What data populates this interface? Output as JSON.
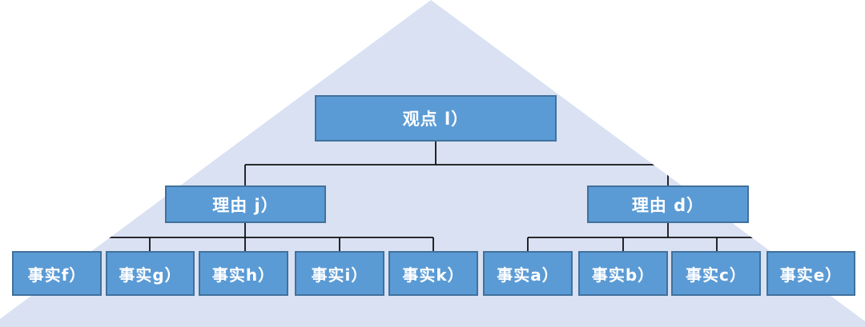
{
  "pyramid": {
    "apex": {
      "label": "观点 l）"
    },
    "reasons": [
      {
        "label": "理由 j）"
      },
      {
        "label": "理由 d）"
      }
    ],
    "facts": [
      {
        "label": "事实f）"
      },
      {
        "label": "事实g）"
      },
      {
        "label": "事实h）"
      },
      {
        "label": "事实i）"
      },
      {
        "label": "事实k）"
      },
      {
        "label": "事实a）"
      },
      {
        "label": "事实b）"
      },
      {
        "label": "事实c）"
      },
      {
        "label": "事实e）"
      }
    ],
    "colors": {
      "triangle_fill": "#D9E1F3",
      "box_fill": "#5B9BD5",
      "box_border": "#41719C",
      "connector": "#111111",
      "text": "#FFFFFF"
    }
  }
}
